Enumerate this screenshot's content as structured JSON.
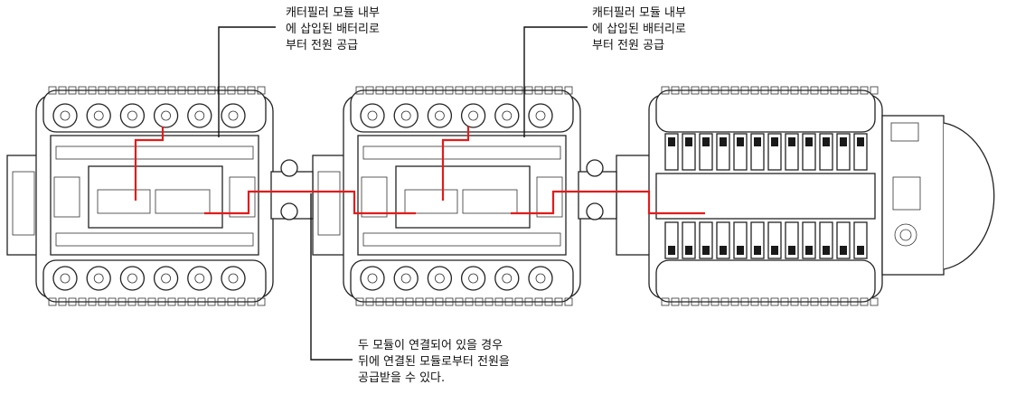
{
  "callouts": {
    "left": {
      "lines": [
        "캐터필러 모듈 내부",
        "에 삽입된 배터리로",
        "부터 전원 공급"
      ]
    },
    "middle": {
      "lines": [
        "캐터필러 모듈 내부",
        "에 삽입된 배터리로",
        "부터 전원 공급"
      ]
    },
    "bottom": {
      "lines": [
        "두 모듈이 연결되어 있을 경우",
        "뒤에 연결된 모듈로부터 전원을",
        "공급받을 수 있다."
      ]
    }
  },
  "colors": {
    "power_line": "#e31b1b",
    "drawing": "#222222"
  }
}
